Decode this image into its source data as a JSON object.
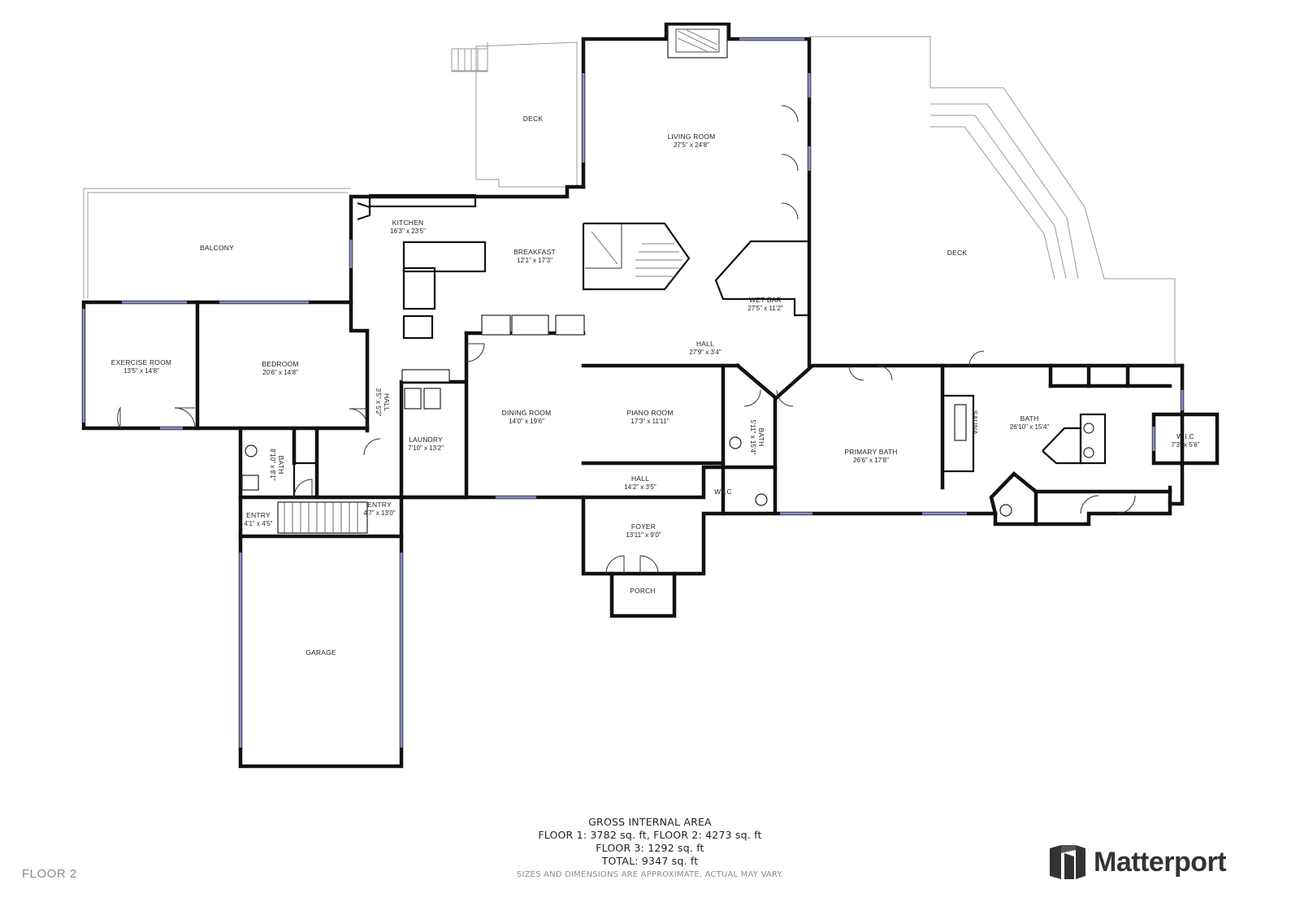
{
  "rooms": {
    "deck_top": {
      "name": "DECK",
      "dim": ""
    },
    "living_room": {
      "name": "LIVING ROOM",
      "dim": "27'5\" x 24'8\""
    },
    "kitchen": {
      "name": "KITCHEN",
      "dim": "16'3\" x 23'5\""
    },
    "breakfast": {
      "name": "BREAKFAST",
      "dim": "12'1\" x 17'3\""
    },
    "balcony": {
      "name": "BALCONY",
      "dim": ""
    },
    "deck_right": {
      "name": "DECK",
      "dim": ""
    },
    "wet_bar": {
      "name": "WET BAR",
      "dim": "27'5\" x 11'2\""
    },
    "exercise_room": {
      "name": "EXERCISE ROOM",
      "dim": "13'5\" x 14'8\""
    },
    "bedroom": {
      "name": "BEDROOM",
      "dim": "20'6\" x 14'8\""
    },
    "hall_upper": {
      "name": "HALL",
      "dim": "27'9\" x 3'4\""
    },
    "hall_vertical": {
      "name": "HALL",
      "dim": "3'5\" x 5'2\""
    },
    "dining_room": {
      "name": "DINING ROOM",
      "dim": "14'0\" x 19'6\""
    },
    "piano_room": {
      "name": "PIANO ROOM",
      "dim": "17'3\" x 11'11\""
    },
    "laundry": {
      "name": "LAUNDRY",
      "dim": "7'10\" x 13'2\""
    },
    "bath_left": {
      "name": "BATH",
      "dim": "8'10\" x 8'1\""
    },
    "bath_mid": {
      "name": "BATH",
      "dim": "5'11\" x 15'4\""
    },
    "primary_bath": {
      "name": "PRIMARY BATH",
      "dim": "26'6\" x 17'8\""
    },
    "sauna": {
      "name": "SAUNA",
      "dim": ""
    },
    "bath_right": {
      "name": "BATH",
      "dim": "26'10\" x 15'4\""
    },
    "wic_right": {
      "name": "W.I.C",
      "dim": "7'3\" x 5'6\""
    },
    "wic_mid": {
      "name": "W.I.C",
      "dim": ""
    },
    "hall_lower": {
      "name": "HALL",
      "dim": "14'2\" x 3'5\""
    },
    "foyer": {
      "name": "FOYER",
      "dim": "13'11\" x 9'0\""
    },
    "porch": {
      "name": "PORCH",
      "dim": ""
    },
    "entry_left": {
      "name": "ENTRY",
      "dim": "4'1\" x 4'5\""
    },
    "entry_right": {
      "name": "ENTRY",
      "dim": "4'7\" x 13'0\""
    },
    "garage": {
      "name": "GARAGE",
      "dim": ""
    }
  },
  "area": {
    "heading": "GROSS INTERNAL AREA",
    "line1": "FLOOR 1: 3782 sq. ft, FLOOR 2: 4273 sq. ft",
    "line2": "FLOOR 3: 1292 sq. ft",
    "total": "TOTAL: 9347 sq. ft",
    "disclaimer": "SIZES AND DIMENSIONS ARE APPROXIMATE, ACTUAL MAY VARY."
  },
  "floor_label": "FLOOR 2",
  "brand": {
    "name": "Matterport",
    "logo_icon": "matterport-logo-icon"
  },
  "colors": {
    "wall": "#111111",
    "window": "#8a8fc4",
    "deck_outline": "#9a9a9a"
  }
}
